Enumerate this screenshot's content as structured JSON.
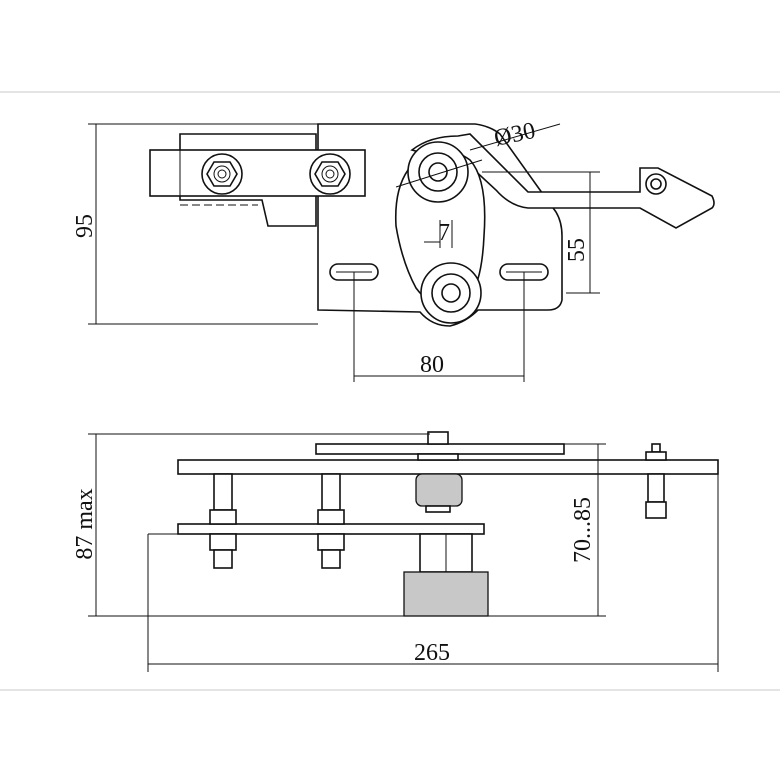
{
  "figure": {
    "top_view": {
      "dimensions": {
        "height_total": "95",
        "bore_diameter": "Ø30",
        "offset": "7",
        "center_distance": "55",
        "slot_spacing": "80"
      }
    },
    "side_view": {
      "dimensions": {
        "height_max": "87 max",
        "adjustable_height": "70...85",
        "overall_length": "265"
      }
    }
  }
}
